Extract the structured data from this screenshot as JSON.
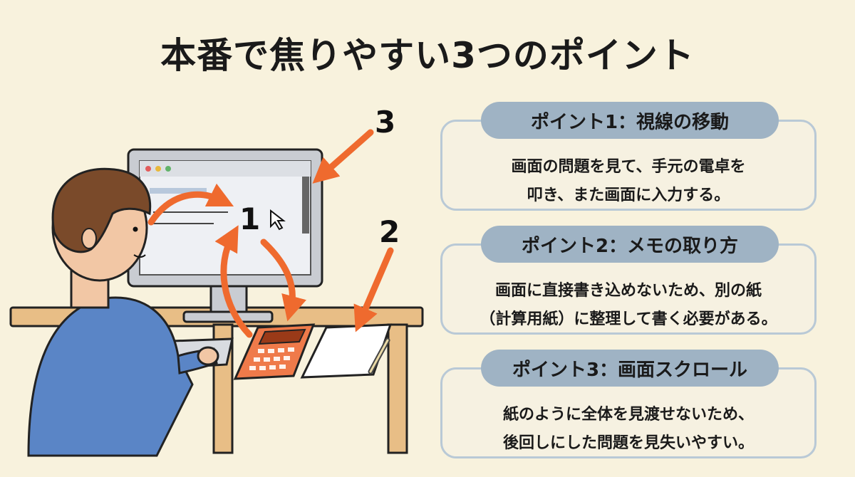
{
  "title": "本番で焦りやすい3つのポイント",
  "colors": {
    "background": "#f8f2dd",
    "accent_arrow": "#ef6a2e",
    "card_border": "#b9c9d6",
    "pill": "#9fb3c4"
  },
  "illustration": {
    "numbers": [
      "1",
      "2",
      "3"
    ],
    "icons": [
      "person-icon",
      "monitor-icon",
      "calculator-icon",
      "paper-icon",
      "pencil-icon",
      "keyboard-icon",
      "cursor-icon"
    ]
  },
  "points": [
    {
      "title": "ポイント1：視線の移動",
      "lines": [
        "画面の問題を見て、手元の電卓を",
        "叩き、また画面に入力する。"
      ]
    },
    {
      "title": "ポイント2：メモの取り方",
      "lines": [
        "画面に直接書き込めないため、別の紙",
        "（計算用紙）に整理して書く必要がある。"
      ]
    },
    {
      "title": "ポイント3：画面スクロール",
      "lines": [
        "紙のように全体を見渡せないため、",
        "後回しにした問題を見失いやすい。"
      ]
    }
  ]
}
